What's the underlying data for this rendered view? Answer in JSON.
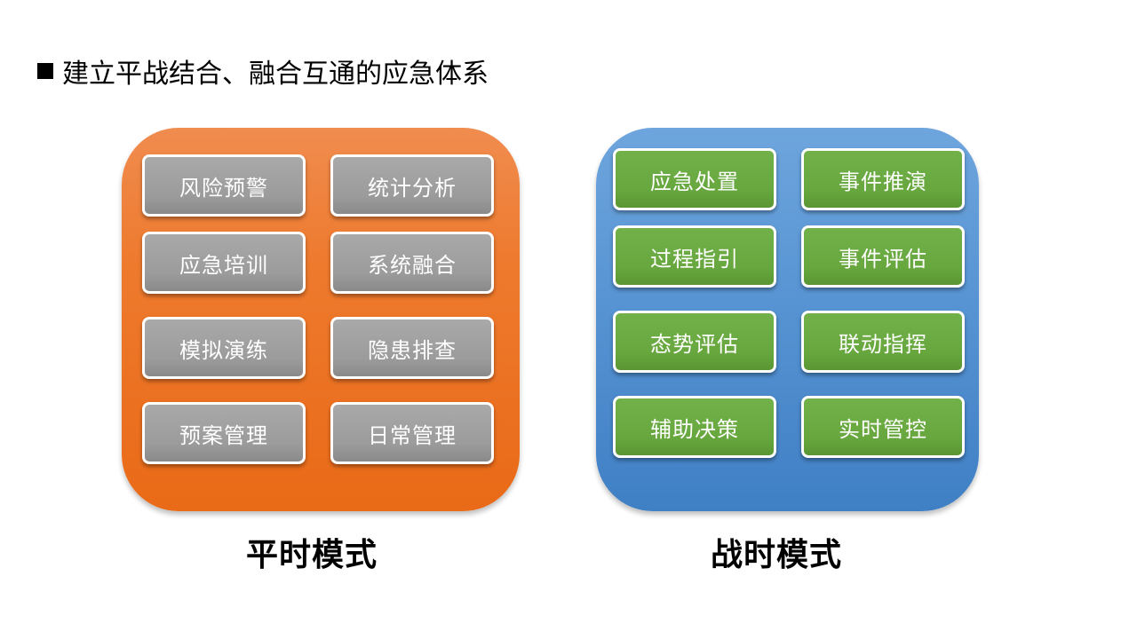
{
  "heading": {
    "text": "建立平战结合、融合互通的应急体系"
  },
  "peace_mode": {
    "label": "平时模式",
    "panel_color": "#ee7a2e",
    "tile_color": "#9e9e9e",
    "items": [
      "风险预警",
      "统计分析",
      "应急培训",
      "系统融合",
      "模拟演练",
      "隐患排查",
      "预案管理",
      "日常管理"
    ]
  },
  "war_mode": {
    "label": "战时模式",
    "panel_color": "#5592d2",
    "tile_color": "#67a73e",
    "items": [
      "应急处置",
      "事件推演",
      "过程指引",
      "事件评估",
      "态势评估",
      "联动指挥",
      "辅助决策",
      "实时管控"
    ]
  }
}
